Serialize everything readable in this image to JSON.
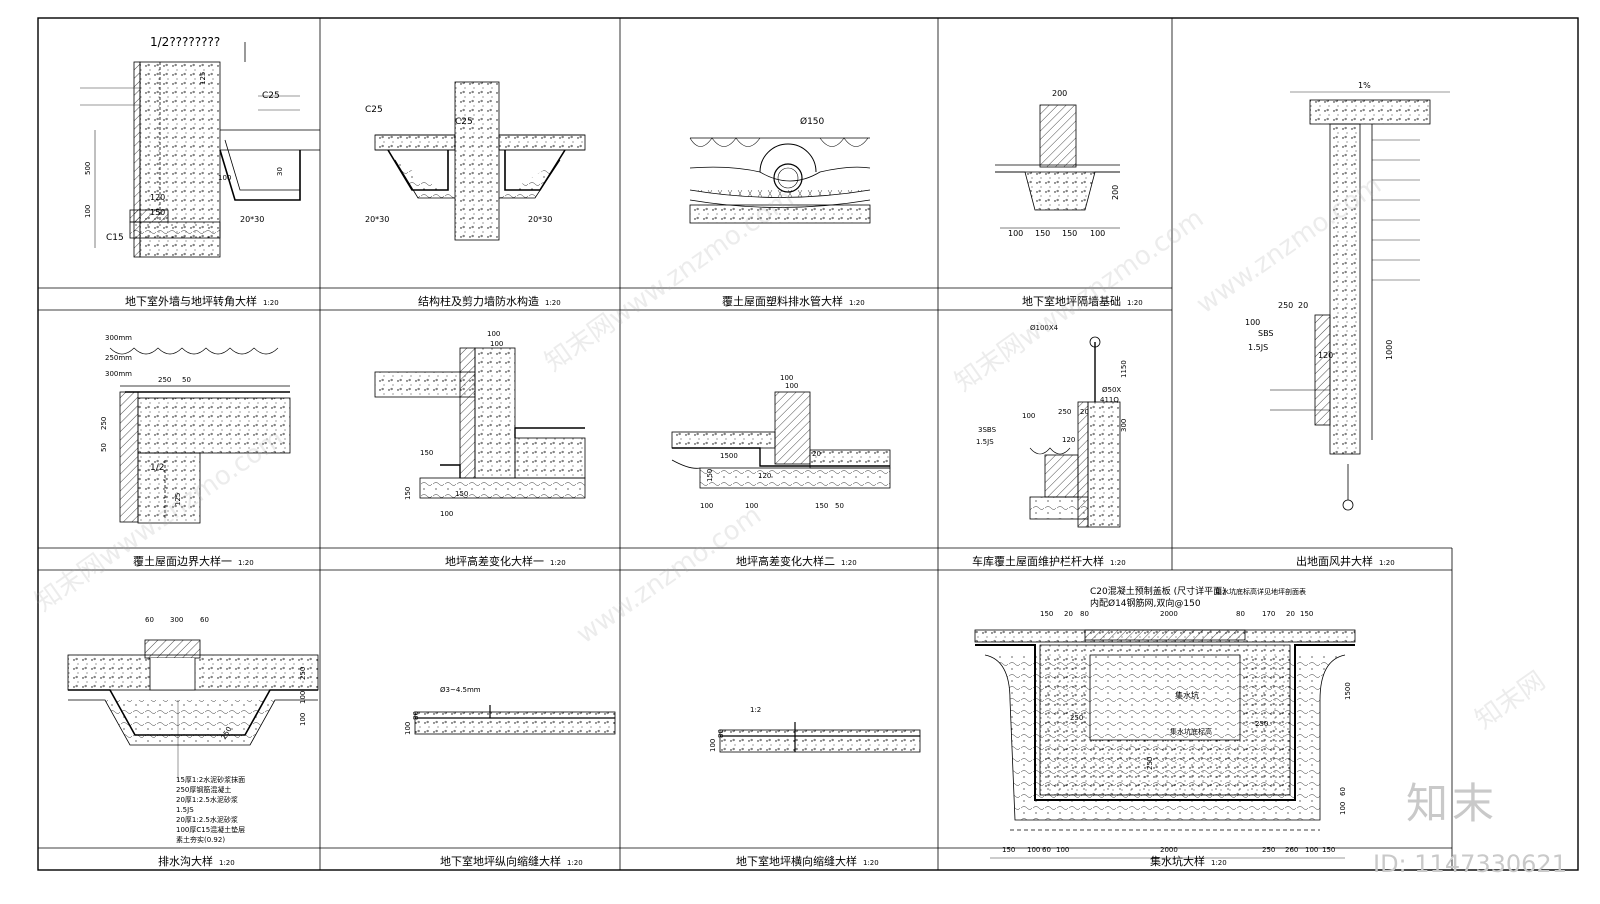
{
  "panels": [
    {
      "title": "地下室外墙与地坪转角大样",
      "scale": "1:20"
    },
    {
      "title": "结构柱及剪力墙防水构造",
      "scale": "1:20"
    },
    {
      "title": "覆土屋面塑料排水管大样",
      "scale": "1:20"
    },
    {
      "title": "地下室地坪隔墙基础",
      "scale": "1:20"
    },
    {
      "title": "出地面风井大样",
      "scale": "1:20"
    },
    {
      "title": "覆土屋面边界大样一",
      "scale": "1:20"
    },
    {
      "title": "地坪高差变化大样一",
      "scale": "1:20"
    },
    {
      "title": "地坪高差变化大样二",
      "scale": "1:20"
    },
    {
      "title": "车库覆土屋面维护栏杆大样",
      "scale": "1:20"
    },
    {
      "title": "排水沟大样",
      "scale": "1:20"
    },
    {
      "title": "地下室地坪纵向缩缝大样",
      "scale": "1:20"
    },
    {
      "title": "地下室地坪横向缩缝大样",
      "scale": "1:20"
    },
    {
      "title": "集水坑大样",
      "scale": "1:20"
    }
  ],
  "labels": {
    "p1_top": "1/2????????",
    "p1_c25": "C25",
    "p1_c15": "C15",
    "p1_d500": "500",
    "p1_d100": "100",
    "p1_d150": "150",
    "p1_d120": "120",
    "p1_d2030": "20*30",
    "p1_d100b": "100",
    "p1_d125": "125",
    "p1_d30": "30",
    "p2_c25": "C25",
    "p2_c25b": "C25",
    "p2_d2030": "20*30",
    "p2_d2030b": "20*30",
    "p3_pipe": "Ø150",
    "p4_d200": "200",
    "p4_d200b": "200",
    "p4_d100": "100",
    "p4_d150": "150",
    "p4_d150b": "150",
    "p4_d100b": "100",
    "p5_d250": "250",
    "p5_d20": "20",
    "p5_d100": "100",
    "p5_sbs": "SBS",
    "p5_js": "1.5JS",
    "p5_d120": "120",
    "p5_d1000": "1000",
    "p5_pct": "1%",
    "p6_d300": "300mm",
    "p6_d250": "250mm",
    "p6_d300b": "300mm",
    "p6_d250c": "250",
    "p6_d50": "50",
    "p6_d250d": "250",
    "p6_d50b": "50",
    "p6_half": "1/2",
    "p6_d125": "125",
    "p7_d100": "100",
    "p7_d100b": "100",
    "p7_d150": "150",
    "p7_d150b": "150",
    "p7_d100c": "100",
    "p7_d150c": "150",
    "p8_d100": "100",
    "p8_d100b": "100",
    "p8_d20": "20",
    "p8_d1500": "1500",
    "p8_d150": "150",
    "p8_d120": "120",
    "p8_d150b": "150",
    "p8_d50": "50",
    "p8_d100c": "100",
    "p8_d100d": "100",
    "p9_bar1": "Ø100X4",
    "p9_bar2": "Ø50X",
    "p9_d1150": "1150",
    "p9_d100": "100",
    "p9_d250": "250",
    "p9_d20": "20",
    "p9_sbs": "3SBS",
    "p9_js": "1.5JS",
    "p9_d120": "120",
    "p9_d300": "300",
    "p9_d110": "411Q",
    "p10_d60": "60",
    "p10_d300": "300",
    "p10_d60b": "60",
    "p10_d250": "250",
    "p10_d100": "100",
    "p10_d100b": "100",
    "p10_d250b": "250",
    "p10_n1": "15厚1:2水泥砂浆抹面",
    "p10_n2": "250厚钢筋混凝土",
    "p10_n3": "20厚1:2.5水泥砂浆",
    "p10_n4": "1.5JS",
    "p10_n5": "20厚1:2.5水泥砂浆",
    "p10_n6": "100厚C15混凝土垫层",
    "p10_n7": "素土夯实(0.92)",
    "p11_note": "Ø3~4.5mm",
    "p11_d100": "100",
    "p11_d80": "80",
    "p12_note": "1:2",
    "p12_d100": "100",
    "p12_d80": "80",
    "p13_tag": "C20混凝土预制盖板 (尺寸详平面)",
    "p13_tag2": "内配Ø14钢筋网,双向@150",
    "p13_tag3": "集水坑底标高详见地坪剖面表",
    "p13_pit": "集水坑",
    "p13_pitbot": "集水坑底标高",
    "p13_d150": "150",
    "p13_d20": "20",
    "p13_d80": "80",
    "p13_d2000": "2000",
    "p13_d80b": "80",
    "p13_d170": "170",
    "p13_d20b": "20",
    "p13_d150b": "150",
    "p13_d1500": "1500",
    "p13_d250": "250",
    "p13_d250b": "250",
    "p13_d250c": "250",
    "p13_d100": "100",
    "p13_d60": "60",
    "p13_bot150": "150",
    "p13_bot100": "100",
    "p13_bot60": "60",
    "p13_bot100b": "100",
    "p13_bot2000": "2000",
    "p13_bot250": "250",
    "p13_bot260": "260",
    "p13_bot100c": "100",
    "p13_bot150b": "150"
  },
  "watermarks": [
    "知末网www.znzmo.com",
    "知末网www.znzmo.com",
    "www.znzmo.com",
    "知末网www.znzmo.com",
    "www.znzmo.com",
    "知末网"
  ],
  "brand": "知末",
  "id_text": "ID: 1147330621"
}
